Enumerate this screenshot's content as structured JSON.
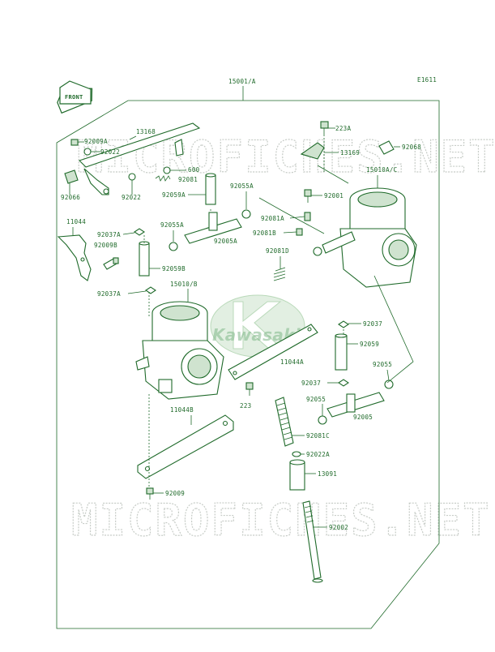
{
  "diagram": {
    "code": "E1611",
    "assembly": "15001/A",
    "front_label": "FRONT",
    "brand": "Kawasaki",
    "watermark": "MICROFICHES.NET",
    "colors": {
      "line": "#1f6a2a",
      "watermark": "#9aa39a",
      "logo": "#2e8a3c"
    },
    "labels": [
      {
        "id": "l1",
        "text": "92009A"
      },
      {
        "id": "l2",
        "text": "13168"
      },
      {
        "id": "l3",
        "text": "92022"
      },
      {
        "id": "l4",
        "text": "600"
      },
      {
        "id": "l5",
        "text": "92081"
      },
      {
        "id": "l6",
        "text": "92066"
      },
      {
        "id": "l7",
        "text": "92022"
      },
      {
        "id": "l8",
        "text": "92059A"
      },
      {
        "id": "l9",
        "text": "92055A"
      },
      {
        "id": "l10",
        "text": "223A"
      },
      {
        "id": "l11",
        "text": "13169"
      },
      {
        "id": "l12",
        "text": "92068"
      },
      {
        "id": "l13",
        "text": "15010A/C"
      },
      {
        "id": "l14",
        "text": "92001"
      },
      {
        "id": "l15",
        "text": "11044"
      },
      {
        "id": "l16",
        "text": "92037A"
      },
      {
        "id": "l17",
        "text": "92009B"
      },
      {
        "id": "l18",
        "text": "92055A"
      },
      {
        "id": "l19",
        "text": "92005A"
      },
      {
        "id": "l20",
        "text": "92081A"
      },
      {
        "id": "l21",
        "text": "92081B"
      },
      {
        "id": "l22",
        "text": "92081D"
      },
      {
        "id": "l23",
        "text": "92059B"
      },
      {
        "id": "l24",
        "text": "92037A"
      },
      {
        "id": "l25",
        "text": "15010/B"
      },
      {
        "id": "l26",
        "text": "92037"
      },
      {
        "id": "l27",
        "text": "92059"
      },
      {
        "id": "l28",
        "text": "11044A"
      },
      {
        "id": "l29",
        "text": "92055"
      },
      {
        "id": "l30",
        "text": "92037"
      },
      {
        "id": "l31",
        "text": "92055"
      },
      {
        "id": "l32",
        "text": "223"
      },
      {
        "id": "l33",
        "text": "92005"
      },
      {
        "id": "l34",
        "text": "11044B"
      },
      {
        "id": "l35",
        "text": "92081C"
      },
      {
        "id": "l36",
        "text": "92022A"
      },
      {
        "id": "l37",
        "text": "13091"
      },
      {
        "id": "l38",
        "text": "92009"
      },
      {
        "id": "l39",
        "text": "92002"
      }
    ]
  }
}
